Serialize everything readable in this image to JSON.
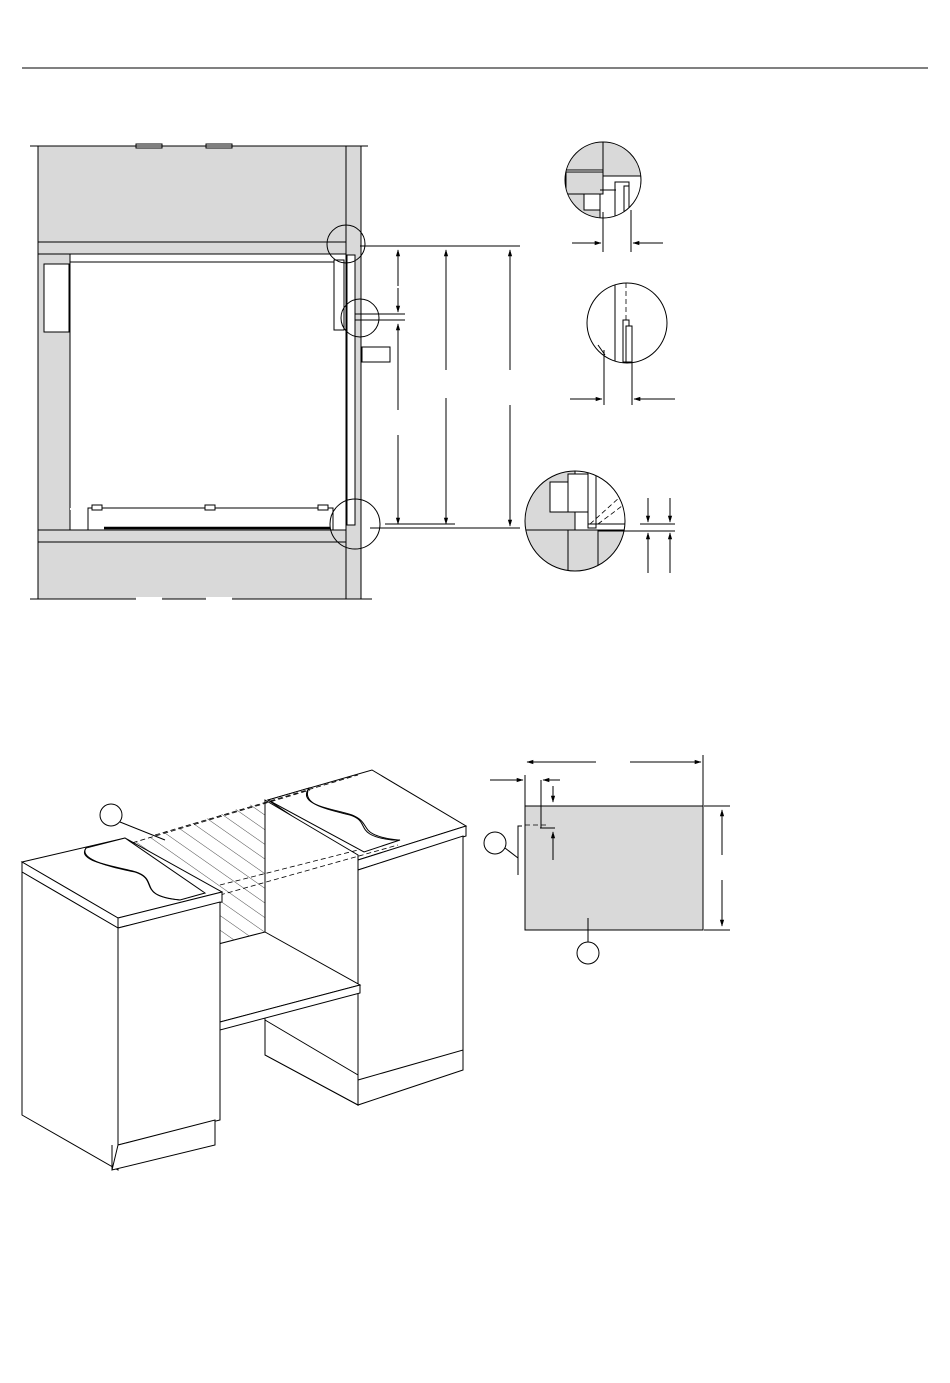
{
  "page": {
    "header_rule": true
  },
  "figure_top": {
    "description_shown": false,
    "details": [
      "upper-gap-detail",
      "middle-gap-detail",
      "lower-gap-detail"
    ]
  },
  "figure_bottom": {
    "callouts": [
      {
        "id": "opening-callout",
        "label": ""
      },
      {
        "id": "side-panel-callout",
        "label": ""
      },
      {
        "id": "front-panel-callout",
        "label": ""
      }
    ]
  },
  "colors": {
    "panel_fill": "#d9d9d9",
    "line": "#000000",
    "background": "#ffffff"
  }
}
